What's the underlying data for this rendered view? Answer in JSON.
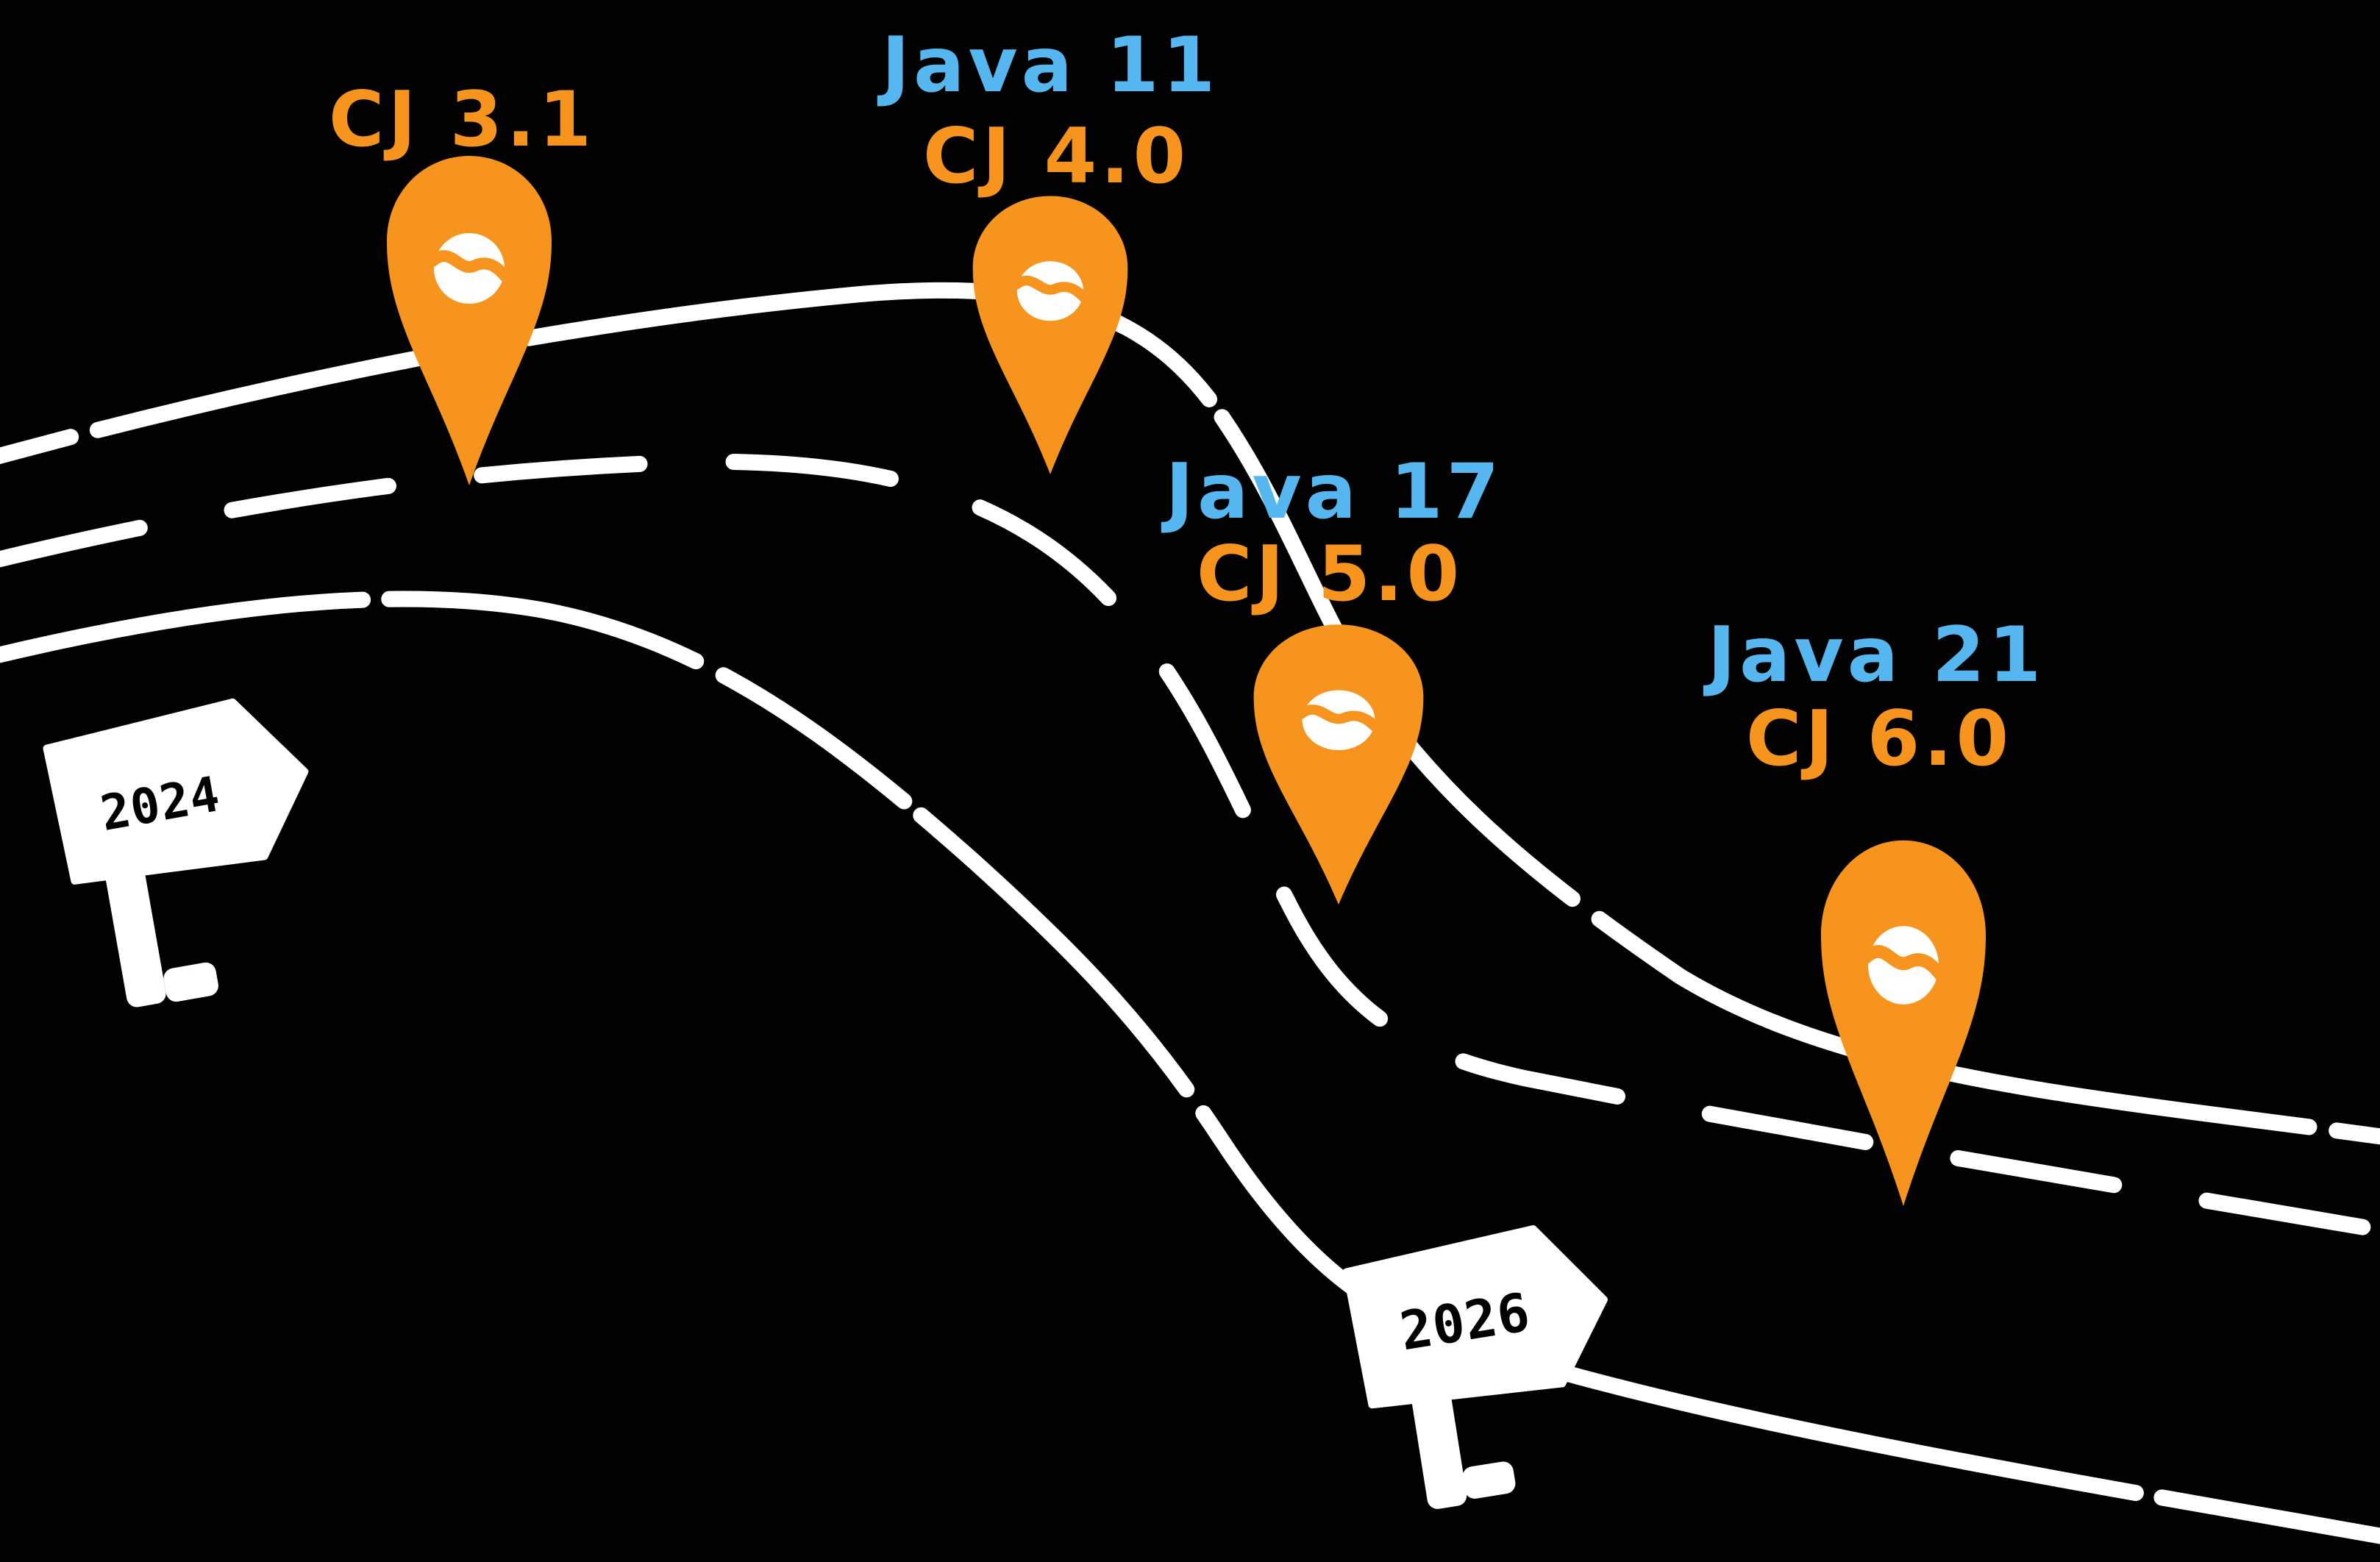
{
  "illustration": {
    "type": "product-roadmap",
    "background_color": "#000000",
    "road_color": "#FFFFFF",
    "colors": {
      "pin_orange": "#F7941E",
      "java_label_blue": "#56B7F0",
      "cj_label_orange": "#F7941E",
      "sign_fill": "#FFFFFF",
      "sign_text": "#000000"
    },
    "icons": {
      "pin": "map-pin-icon",
      "pin_logo": "bean-swirl-logo-icon",
      "signpost": "year-signpost-icon",
      "road": "hand-drawn-road"
    },
    "milestones": [
      {
        "java_label": "",
        "cj_label": "CJ 3.1"
      },
      {
        "java_label": "Java 11",
        "cj_label": "CJ 4.0"
      },
      {
        "java_label": "Java 17",
        "cj_label": "CJ 5.0"
      },
      {
        "java_label": "Java 21",
        "cj_label": "CJ 6.0"
      }
    ],
    "signs": [
      {
        "year": "2024"
      },
      {
        "year": "2026"
      }
    ]
  }
}
